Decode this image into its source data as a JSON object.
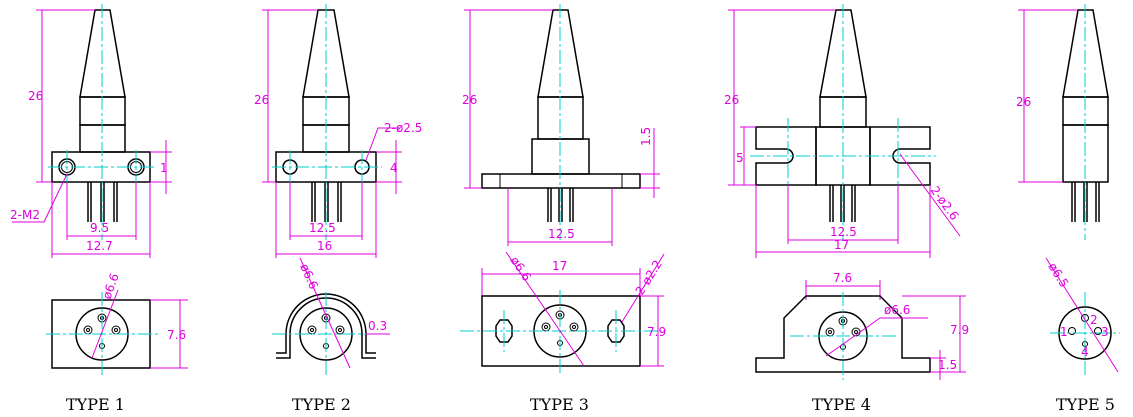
{
  "types": [
    {
      "caption": "TYPE 1",
      "dims": {
        "height": "26",
        "width_small": "9.5",
        "width_total": "12.7",
        "mount_height": "1",
        "hole_label": "2-M2",
        "end_dia": "ø6.6",
        "end_height": "7.6"
      }
    },
    {
      "caption": "TYPE 2",
      "dims": {
        "height": "26",
        "width_small": "12.5",
        "width_total": "16",
        "mount_height": "4",
        "hole_label": "2-ø2.5",
        "end_dia": "ø6.6",
        "flange_thk": "0.3"
      }
    },
    {
      "caption": "TYPE 3",
      "dims": {
        "height": "26",
        "flange_height": "1.5",
        "width_small": "12.5",
        "width_total": "17",
        "end_dia": "ø6.6",
        "hole_label": "2-ø2.2",
        "end_height": "7.9"
      }
    },
    {
      "caption": "TYPE 4",
      "dims": {
        "height": "26",
        "slot_height": "5",
        "hole_label": "2-ø2.6",
        "width_small": "12.5",
        "width_total": "17",
        "top_width": "7.6",
        "end_dia": "ø6.6",
        "end_height": "7.9",
        "base_height": "1.5"
      }
    },
    {
      "caption": "TYPE 5",
      "dims": {
        "height": "26",
        "end_dia": "ø6.5",
        "pin_1": "1",
        "pin_2": "2",
        "pin_3": "3",
        "pin_4": "4"
      }
    }
  ]
}
